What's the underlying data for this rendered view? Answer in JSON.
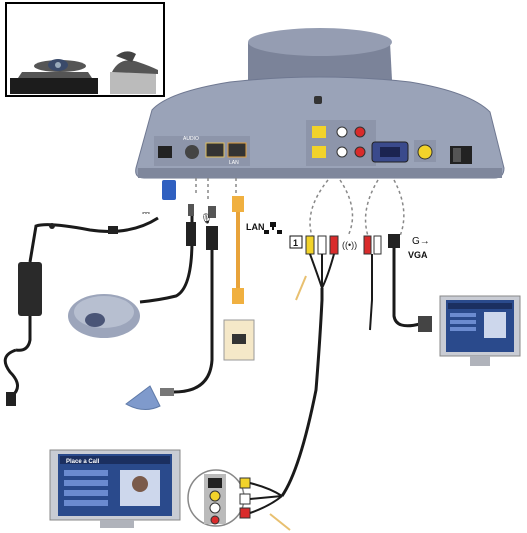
{
  "diagram": {
    "labels": {
      "lan": "LAN",
      "vga": "VGA",
      "monitor_number": "1",
      "panel_audio": "AUDIO",
      "panel_lan": "LAN",
      "screen_title": "Place a Call"
    },
    "icons": {
      "lan_network": "lan-network-icon",
      "vga_output": "vga-output-icon",
      "audio_out": "audio-out-icon",
      "microphone": "microphone-icon",
      "power_supply": "power-supply-icon"
    },
    "colors": {
      "unit_body": "#9aa3b8",
      "unit_dark": "#6f7891",
      "cable": "#1a1a1a",
      "lan_cable": "#e8a33a",
      "composite_yellow": "#f2d32a",
      "composite_red": "#d92b2b",
      "composite_white": "#ffffff",
      "screen_blue": "#2a4a8c",
      "dashed_leader": "#888888"
    }
  }
}
